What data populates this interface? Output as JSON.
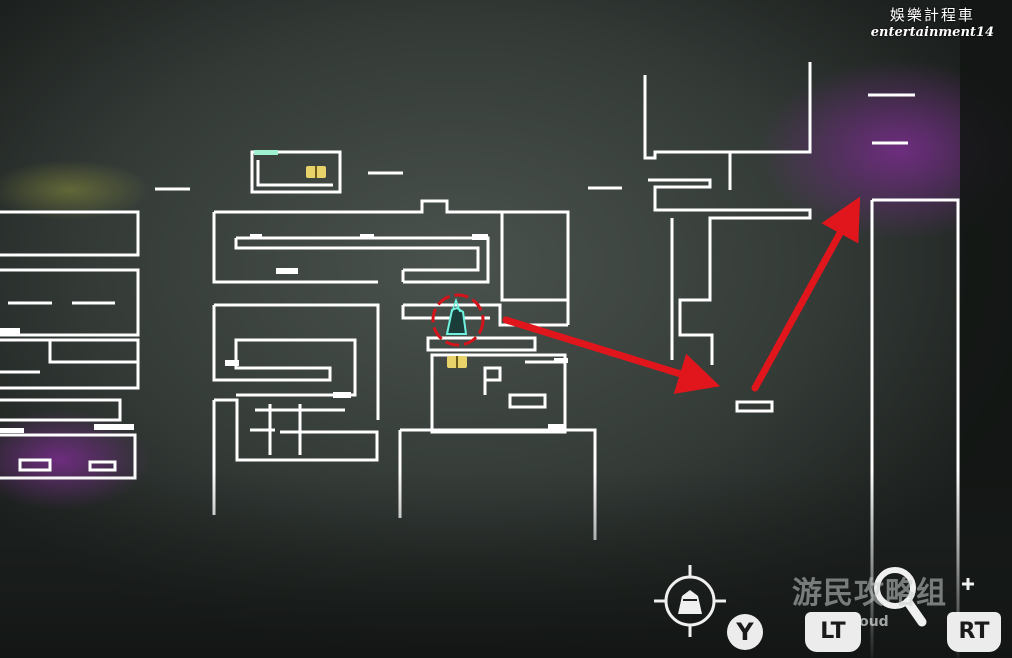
{
  "watermark": {
    "top_cn": "娛樂計程車",
    "top_en": "entertainment14",
    "bottom_cn": "游民攻略组",
    "bottom_en": "Ywoud"
  },
  "controls": {
    "y_button_label": "Y",
    "lt_button_label": "LT",
    "rt_button_label": "RT"
  },
  "icons": {
    "target_icon": "crosshair-ninja-icon",
    "zoom_icon": "magnifier-zoom-icon",
    "player_marker": "player-marker-icon",
    "chest_icon": "treasure-chest-icon"
  },
  "colors": {
    "background": "#1e2320",
    "wall": "#ffffff",
    "arrow": "#e0161c",
    "highlight_circle": "#d4141a",
    "player": "#6ef2e0",
    "chest": "#e8d36a",
    "purple_glow": "#7a2d8e"
  }
}
